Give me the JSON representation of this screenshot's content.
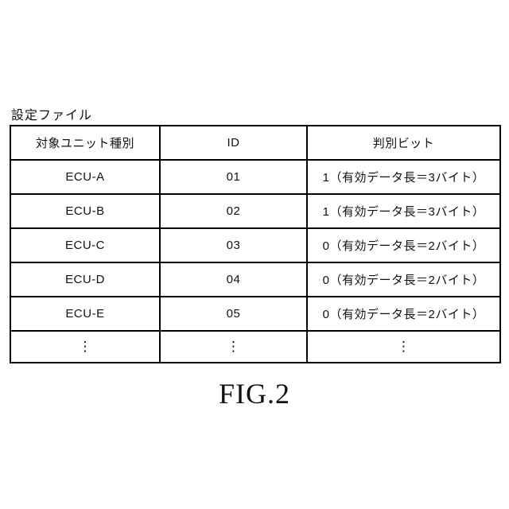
{
  "title": "設定ファイル",
  "caption": "FIG.2",
  "table": {
    "headers": [
      "対象ユニット種別",
      "ID",
      "判別ビット"
    ],
    "rows": [
      [
        "ECU-A",
        "01",
        "1（有効データ長＝3バイト）"
      ],
      [
        "ECU-B",
        "02",
        "1（有効データ長＝3バイト）"
      ],
      [
        "ECU-C",
        "03",
        "0（有効データ長＝2バイト）"
      ],
      [
        "ECU-D",
        "04",
        "0（有効データ長＝2バイト）"
      ],
      [
        "ECU-E",
        "05",
        "0（有効データ長＝2バイト）"
      ],
      [
        "⋮",
        "⋮",
        "⋮"
      ]
    ]
  },
  "colors": {
    "border": "#000000",
    "background": "#ffffff",
    "text": "#111111"
  }
}
